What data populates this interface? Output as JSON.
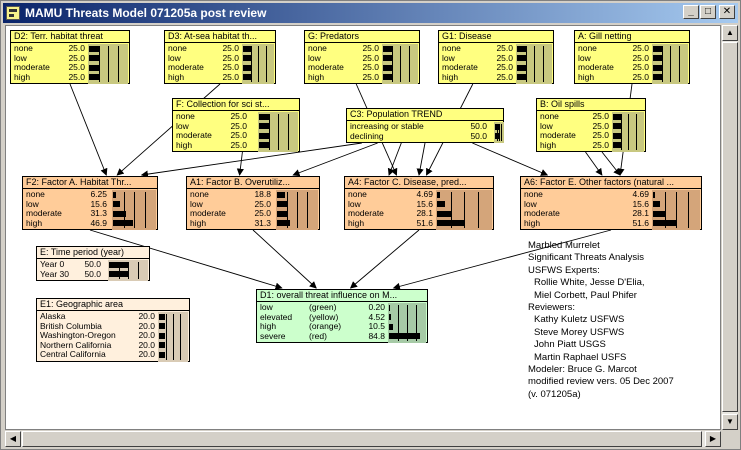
{
  "window": {
    "title": "MAMU Threats Model 071205a post review",
    "minimize_glyph": "_",
    "maximize_glyph": "□",
    "close_glyph": "✕",
    "icon": "netica-doc-icon"
  },
  "nodes": {
    "d2": {
      "title": "D2: Terr. habitat threat",
      "states": [
        [
          "none",
          "25.0",
          25
        ],
        [
          "low",
          "25.0",
          25
        ],
        [
          "moderate",
          "25.0",
          25
        ],
        [
          "high",
          "25.0",
          25
        ]
      ]
    },
    "d3": {
      "title": "D3: At-sea habitat th...",
      "states": [
        [
          "none",
          "25.0",
          25
        ],
        [
          "low",
          "25.0",
          25
        ],
        [
          "moderate",
          "25.0",
          25
        ],
        [
          "high",
          "25.0",
          25
        ]
      ]
    },
    "g": {
      "title": "G: Predators",
      "states": [
        [
          "none",
          "25.0",
          25
        ],
        [
          "low",
          "25.0",
          25
        ],
        [
          "moderate",
          "25.0",
          25
        ],
        [
          "high",
          "25.0",
          25
        ]
      ]
    },
    "g1": {
      "title": "G1: Disease",
      "states": [
        [
          "none",
          "25.0",
          25
        ],
        [
          "low",
          "25.0",
          25
        ],
        [
          "moderate",
          "25.0",
          25
        ],
        [
          "high",
          "25.0",
          25
        ]
      ]
    },
    "a": {
      "title": "A: Gill netting",
      "states": [
        [
          "none",
          "25.0",
          25
        ],
        [
          "low",
          "25.0",
          25
        ],
        [
          "moderate",
          "25.0",
          25
        ],
        [
          "high",
          "25.0",
          25
        ]
      ]
    },
    "f": {
      "title": "F: Collection for sci st...",
      "states": [
        [
          "none",
          "25.0",
          25
        ],
        [
          "low",
          "25.0",
          25
        ],
        [
          "moderate",
          "25.0",
          25
        ],
        [
          "high",
          "25.0",
          25
        ]
      ]
    },
    "c3": {
      "title": "C3: Population TREND",
      "states": [
        [
          "increasing or stable",
          "50.0",
          50
        ],
        [
          "declining",
          "50.0",
          50
        ]
      ]
    },
    "b": {
      "title": "B: Oil spills",
      "states": [
        [
          "none",
          "25.0",
          25
        ],
        [
          "low",
          "25.0",
          25
        ],
        [
          "moderate",
          "25.0",
          25
        ],
        [
          "high",
          "25.0",
          25
        ]
      ]
    },
    "f2": {
      "title": "F2: Factor A. Habitat Thr...",
      "states": [
        [
          "none",
          "6.25",
          6.25
        ],
        [
          "low",
          "15.6",
          15.6
        ],
        [
          "moderate",
          "31.3",
          31.3
        ],
        [
          "high",
          "46.9",
          46.9
        ]
      ]
    },
    "a1": {
      "title": "A1: Factor B. Overutiliz...",
      "states": [
        [
          "none",
          "18.8",
          18.8
        ],
        [
          "low",
          "25.0",
          25
        ],
        [
          "moderate",
          "25.0",
          25
        ],
        [
          "high",
          "31.3",
          31.3
        ]
      ]
    },
    "a4": {
      "title": "A4: Factor C. Disease, pred...",
      "states": [
        [
          "none",
          "4.69",
          4.69
        ],
        [
          "low",
          "15.6",
          15.6
        ],
        [
          "moderate",
          "28.1",
          28.1
        ],
        [
          "high",
          "51.6",
          51.6
        ]
      ]
    },
    "a6": {
      "title": "A6: Factor E. Other factors (natural ...",
      "states": [
        [
          "none",
          "4.69",
          4.69
        ],
        [
          "low",
          "15.6",
          15.6
        ],
        [
          "moderate",
          "28.1",
          28.1
        ],
        [
          "high",
          "51.6",
          51.6
        ]
      ]
    },
    "e": {
      "title": "E: Time period (year)",
      "states": [
        [
          "Year 0",
          "50.0",
          50
        ],
        [
          "Year 30",
          "50.0",
          50
        ]
      ]
    },
    "e1": {
      "title": "E1: Geographic area",
      "states": [
        [
          "Alaska",
          "20.0",
          20
        ],
        [
          "British Columbia",
          "20.0",
          20
        ],
        [
          "Washington-Oregon",
          "20.0",
          20
        ],
        [
          "Northern California",
          "20.0",
          20
        ],
        [
          "Central California",
          "20.0",
          20
        ]
      ]
    },
    "d1": {
      "title": "D1: overall threat influence on M...",
      "states": [
        [
          "low",
          "0.20",
          0.2,
          "(green)"
        ],
        [
          "elevated",
          "4.52",
          4.52,
          "(yellow)"
        ],
        [
          "high",
          "10.5",
          10.5,
          "(orange)"
        ],
        [
          "severe",
          "84.8",
          84.8,
          "(red)"
        ]
      ]
    }
  },
  "info": {
    "lines": [
      "Marbled Murrelet",
      "Significant Threats Analysis",
      "USFWS Experts:",
      "Rollie White, Jesse D'Elia,",
      "Miel Corbett, Paul Phifer",
      "Reviewers:",
      "Kathy Kuletz USFWS",
      "Steve Morey USFWS",
      "John Piatt USGS",
      "Martin Raphael USFS",
      "Modeler: Bruce G. Marcot",
      "modified review vers. 05 Dec 2007",
      "(v. 071205a)"
    ]
  },
  "scroll": {
    "up": "▲",
    "down": "▼",
    "left": "◀",
    "right": "▶"
  }
}
